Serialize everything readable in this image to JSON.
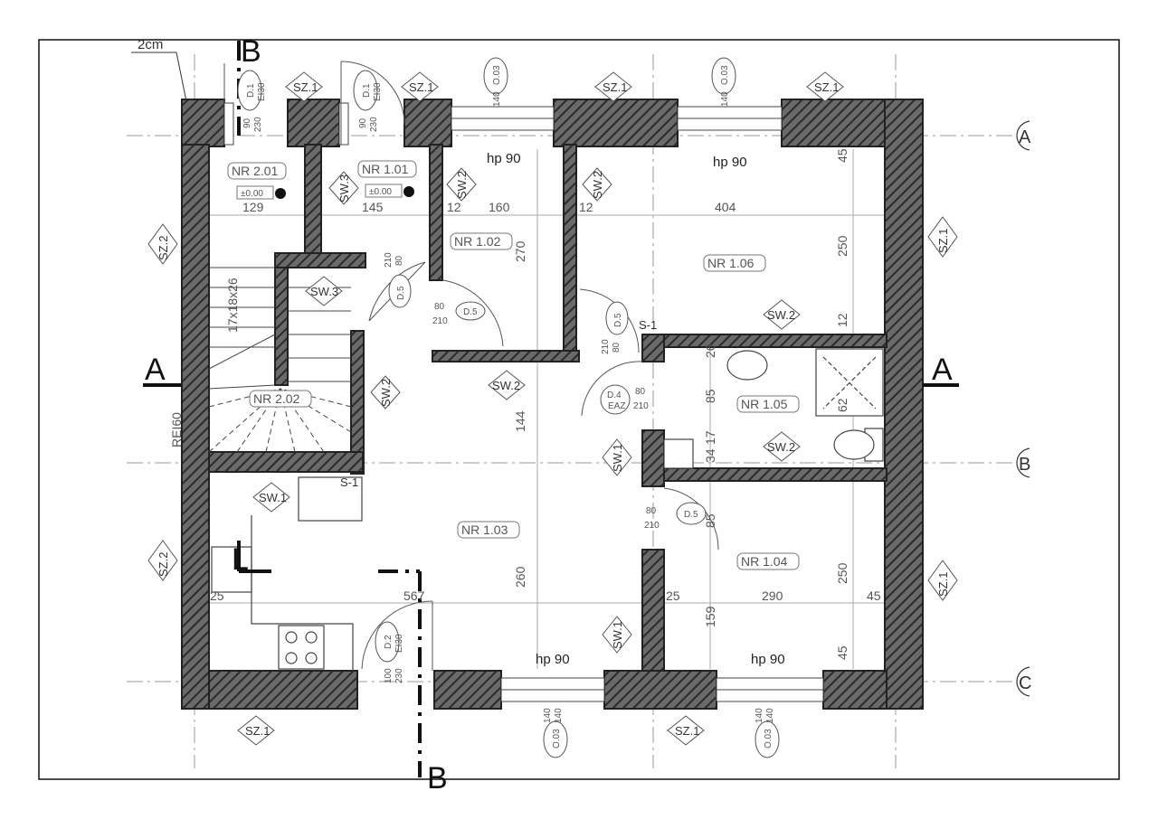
{
  "plan": {
    "scale_note": "2cm",
    "stair_label": "17x18x26",
    "fire_rating": "REI60",
    "sections": {
      "a_left": "A",
      "a_right": "A",
      "b_top": "B",
      "b_bottom": "B"
    },
    "axes": {
      "a": "A",
      "b": "B",
      "c": "C"
    },
    "rooms": {
      "r201": "NR 2.01",
      "r101": "NR 1.01",
      "r102": "NR 1.02",
      "r103": "NR 1.03",
      "r104": "NR 1.04",
      "r105": "NR 1.05",
      "r106": "NR 1.06",
      "stair_room": "NR 2.02"
    },
    "levels": {
      "l1": "±0.00",
      "l2": "±0.00"
    },
    "window_label": "hp 90",
    "tags": {
      "sz1": "SZ.1",
      "sz2": "SZ.2",
      "sw1": "SW.1",
      "sw2": "SW.2",
      "sw3": "SW.3",
      "s1": "S-1",
      "d1": "D.1",
      "d2": "D.2",
      "d4": "D.4",
      "d5": "D.5",
      "o03": "O.03",
      "ei30": "EI30",
      "eaz": "EAZ"
    },
    "dims": {
      "d129": "129",
      "d145": "145",
      "d12": "12",
      "d160": "160",
      "d404": "404",
      "d270": "270",
      "d250": "250",
      "d45": "45",
      "d26": "26",
      "d85": "85",
      "d62": "62",
      "d34": "34",
      "d17": "17",
      "d144": "144",
      "d260": "260",
      "d567": "567",
      "d25": "25",
      "d290": "290",
      "d159": "159",
      "d80": "80",
      "d210": "210",
      "d90": "90",
      "d230": "230",
      "d100": "100",
      "d140": "140"
    }
  }
}
